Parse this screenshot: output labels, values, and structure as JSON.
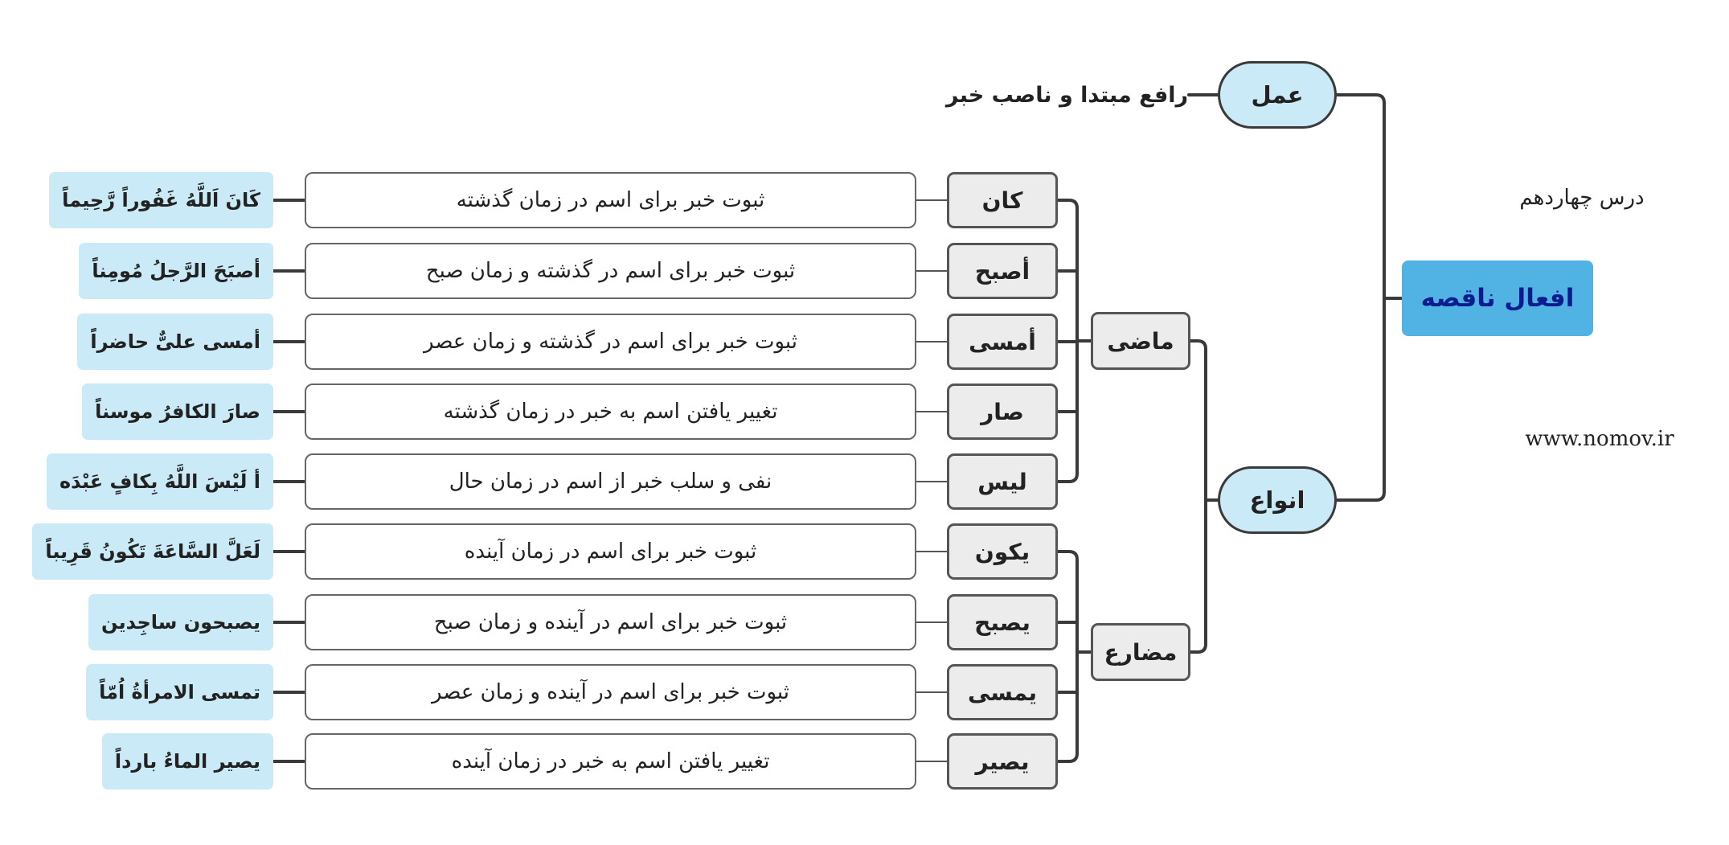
{
  "root": {
    "title": "افعال ناقصه"
  },
  "side": {
    "lesson": "درس چهاردهم",
    "website": "www.nomov.ir"
  },
  "amal": {
    "label": "عمل",
    "description": "رافع مبتدا و ناصب خبر"
  },
  "anva": {
    "label": "انواع"
  },
  "tenses": [
    {
      "label": "ماضی",
      "verbs": [
        {
          "verb": "کان",
          "meaning": "ثبوت خبر برای اسم در زمان گذشته",
          "example": "كَانَ اَللَّهُ غَفُوراً رَّحِيماً"
        },
        {
          "verb": "أصبح",
          "meaning": "ثبوت خبر برای اسم در گذشته و زمان صبح",
          "example": "أصبَحَ الرَّجلُ مُومِناً"
        },
        {
          "verb": "أمسی",
          "meaning": "ثبوت خبر برای اسم در گذشته و زمان عصر",
          "example": "أمسی علیٌّ حاضراً"
        },
        {
          "verb": "صار",
          "meaning": "تغییر یافتن اسم به خبر در زمان گذشته",
          "example": "صارَ الکافرُ موسناً"
        },
        {
          "verb": "لیس",
          "meaning": "نفی و سلب خبر از اسم در زمان حال",
          "example": "أ لَيْسَ اللَّهُ بِكافٍ عَبْدَه"
        }
      ]
    },
    {
      "label": "مضارع",
      "verbs": [
        {
          "verb": "یکون",
          "meaning": "ثبوت خبر برای اسم در زمان آینده",
          "example": "لَعَلَّ السَّاعَةَ تَكُونُ قَرِيباً"
        },
        {
          "verb": "یصبح",
          "meaning": "ثبوت خبر برای اسم در آینده و زمان صبح",
          "example": "یصبحون ساجِدین"
        },
        {
          "verb": "یمسی",
          "meaning": "ثبوت خبر برای اسم در آینده و زمان عصر",
          "example": "تمسی الامرأةُ اُمّاً"
        },
        {
          "verb": "یصیر",
          "meaning": "تغییر یافتن اسم به خبر در زمان آینده",
          "example": "یصیر الماءُ بارداً"
        }
      ]
    }
  ],
  "colors": {
    "root_fill": "#50b3e4",
    "root_text": "#0b1c8f",
    "branch_fill": "#c9eaf6",
    "node_fill": "#ececec",
    "line": "#3a3a3a"
  }
}
